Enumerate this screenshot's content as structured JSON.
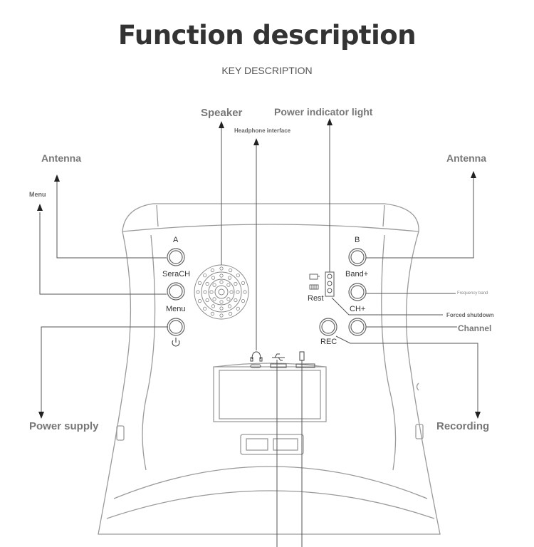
{
  "header": {
    "title": "Function description",
    "subtitle": "KEY DESCRIPTION"
  },
  "callouts": {
    "speaker": "Speaker",
    "power_indicator_light": "Power indicator light",
    "headphone_interface": "Headphone interface",
    "antenna_left": "Antenna",
    "antenna_right": "Antenna",
    "menu": "Menu",
    "frequency_band": "Frequency band",
    "forced_shutdown": "Forced shutdown",
    "channel": "Channel",
    "power_supply": "Power supply",
    "recording": "Recording"
  },
  "keys": {
    "a": "A",
    "b": "B",
    "serach": "SeraCH",
    "band_plus": "Band+",
    "menu": "Menu",
    "rest": "Rest",
    "ch_plus": "CH+",
    "rec": "REC"
  },
  "colors": {
    "line": "#555555",
    "outline": "#9a9a9a",
    "label": "#777777",
    "title": "#333333"
  }
}
